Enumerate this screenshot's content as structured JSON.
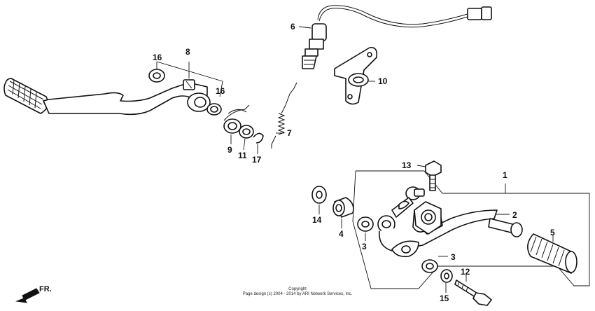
{
  "callouts": {
    "c1": "1",
    "c2": "2",
    "c3a": "3",
    "c3b": "3",
    "c4": "4",
    "c5": "5",
    "c6": "6",
    "c7": "7",
    "c8": "8",
    "c9": "9",
    "c10": "10",
    "c11": "11",
    "c12": "12",
    "c13": "13",
    "c14": "14",
    "c15": "15",
    "c16a": "16",
    "c16b": "16",
    "c17": "17"
  },
  "direction": {
    "label": "FR."
  },
  "copyright": {
    "line1": "Copyright",
    "line2": "Page design (c) 2004 - 2014 by ARI Network Services, Inc."
  }
}
